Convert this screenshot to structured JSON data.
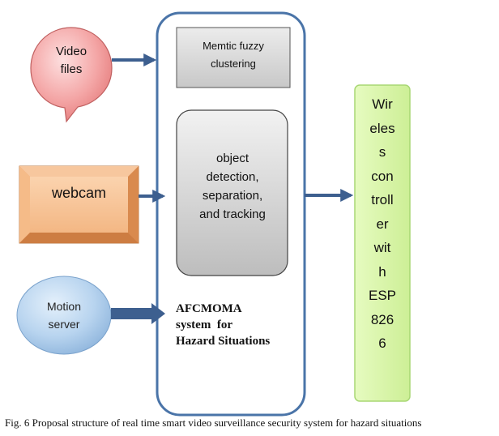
{
  "diagram": {
    "inputs": {
      "video_files": {
        "lines": [
          "Video",
          "files"
        ]
      },
      "webcam": {
        "label": "webcam"
      },
      "motion_server": {
        "lines": [
          "Motion",
          "server"
        ]
      }
    },
    "system": {
      "fuzzy_clustering": {
        "lines": [
          "Memtic fuzzy",
          "clustering"
        ]
      },
      "detection": {
        "lines": [
          "object",
          "detection,",
          "separation,",
          "and tracking"
        ]
      },
      "title_lines": [
        "AFCMOMA",
        "system  for",
        "Hazard Situations"
      ]
    },
    "output": {
      "lines": [
        "Wir",
        "eles",
        "s",
        "con",
        "troll",
        "er",
        "wit",
        "h",
        "ESP",
        "826",
        "6"
      ]
    },
    "caption": "Fig. 6 Proposal structure of real time smart video surveillance security system for hazard situations"
  },
  "colors": {
    "arrow": "#3d5f8f",
    "system_border": "#4a74a8",
    "output_fill": "#d9f5a8",
    "output_border": "#a8d774",
    "webcam_fill": "#f5c49a",
    "motion_fill": "#b8d4ef",
    "video_fill": "#f4a6a6"
  }
}
